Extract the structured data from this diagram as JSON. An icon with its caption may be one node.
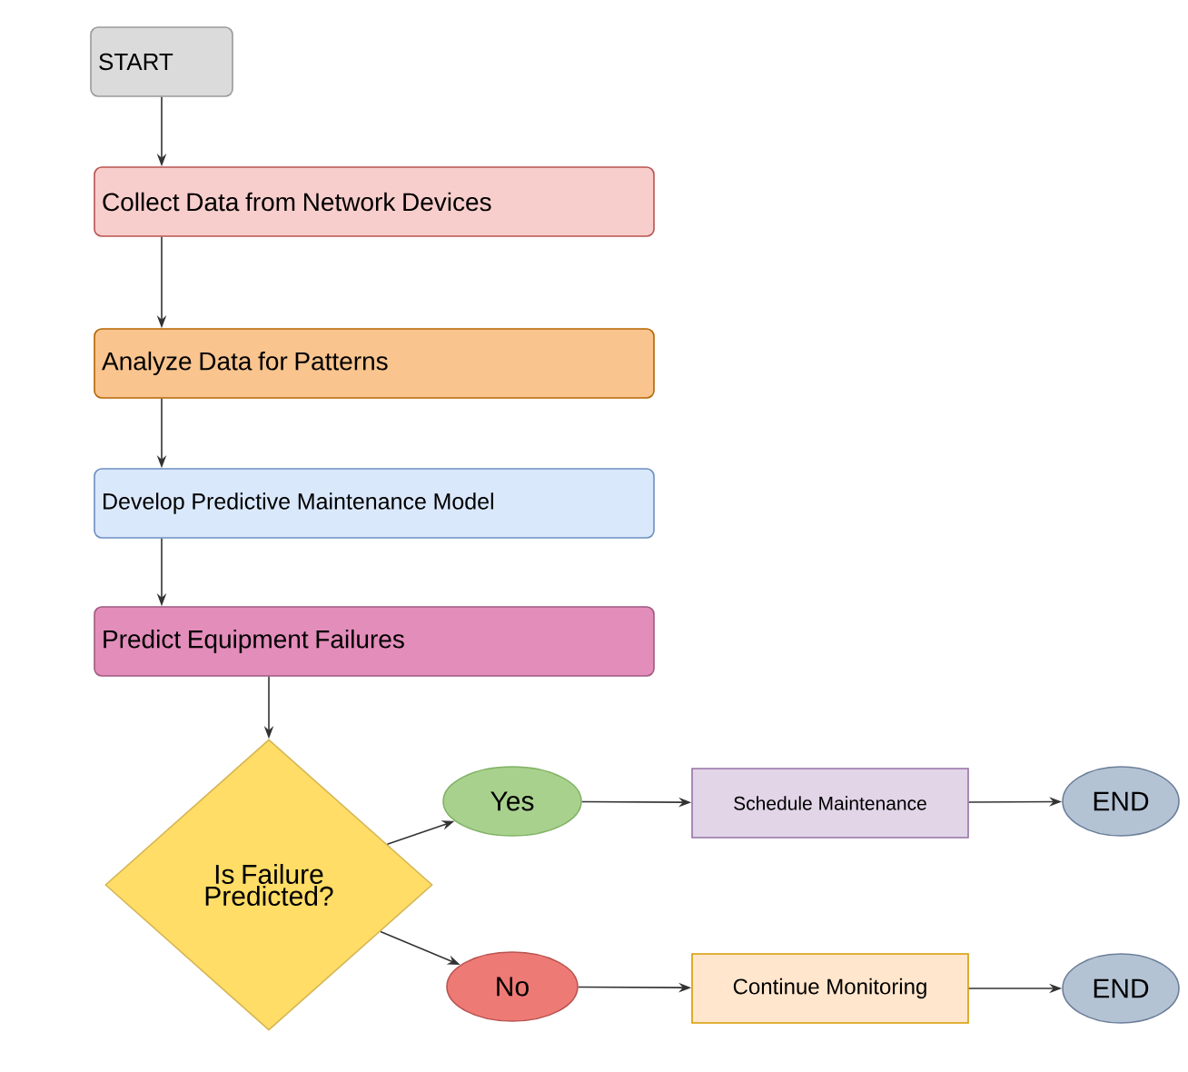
{
  "diagram": {
    "nodes": [
      {
        "text": [
          "START"
        ]
      },
      {
        "text": [
          "Collect Data from Network Devices"
        ]
      },
      {
        "text": [
          "Analyze Data for Patterns"
        ]
      },
      {
        "text": [
          "Develop Predictive Maintenance Model"
        ]
      },
      {
        "text": [
          "Predict Equipment Failures"
        ]
      },
      {
        "text": [
          "Is Failure Predicted?"
        ]
      },
      {
        "text": [
          "Yes"
        ]
      },
      {
        "text": [
          "Schedule Maintenance"
        ]
      },
      {
        "text": [
          "END"
        ]
      },
      {
        "text": [
          "No"
        ]
      },
      {
        "text": [
          "Continue Monitoring"
        ]
      },
      {
        "text": [
          "END"
        ]
      }
    ],
    "edges": [
      {
        "from": 0,
        "to": 1,
        "arrow": "to"
      },
      {
        "from": 1,
        "to": 2,
        "arrow": "to"
      },
      {
        "from": 2,
        "to": 3,
        "arrow": "to"
      },
      {
        "from": 3,
        "to": 4,
        "arrow": "to"
      },
      {
        "from": 4,
        "to": 5,
        "arrow": "to"
      },
      {
        "from": 5,
        "to": 6,
        "arrow": "to"
      },
      {
        "from": 6,
        "to": 7,
        "arrow": "to"
      },
      {
        "from": 7,
        "to": 8,
        "arrow": "to"
      },
      {
        "from": 5,
        "to": 9,
        "arrow": "to"
      },
      {
        "from": 9,
        "to": 10,
        "arrow": "to"
      },
      {
        "from": 10,
        "to": 11,
        "arrow": "to"
      }
    ]
  }
}
